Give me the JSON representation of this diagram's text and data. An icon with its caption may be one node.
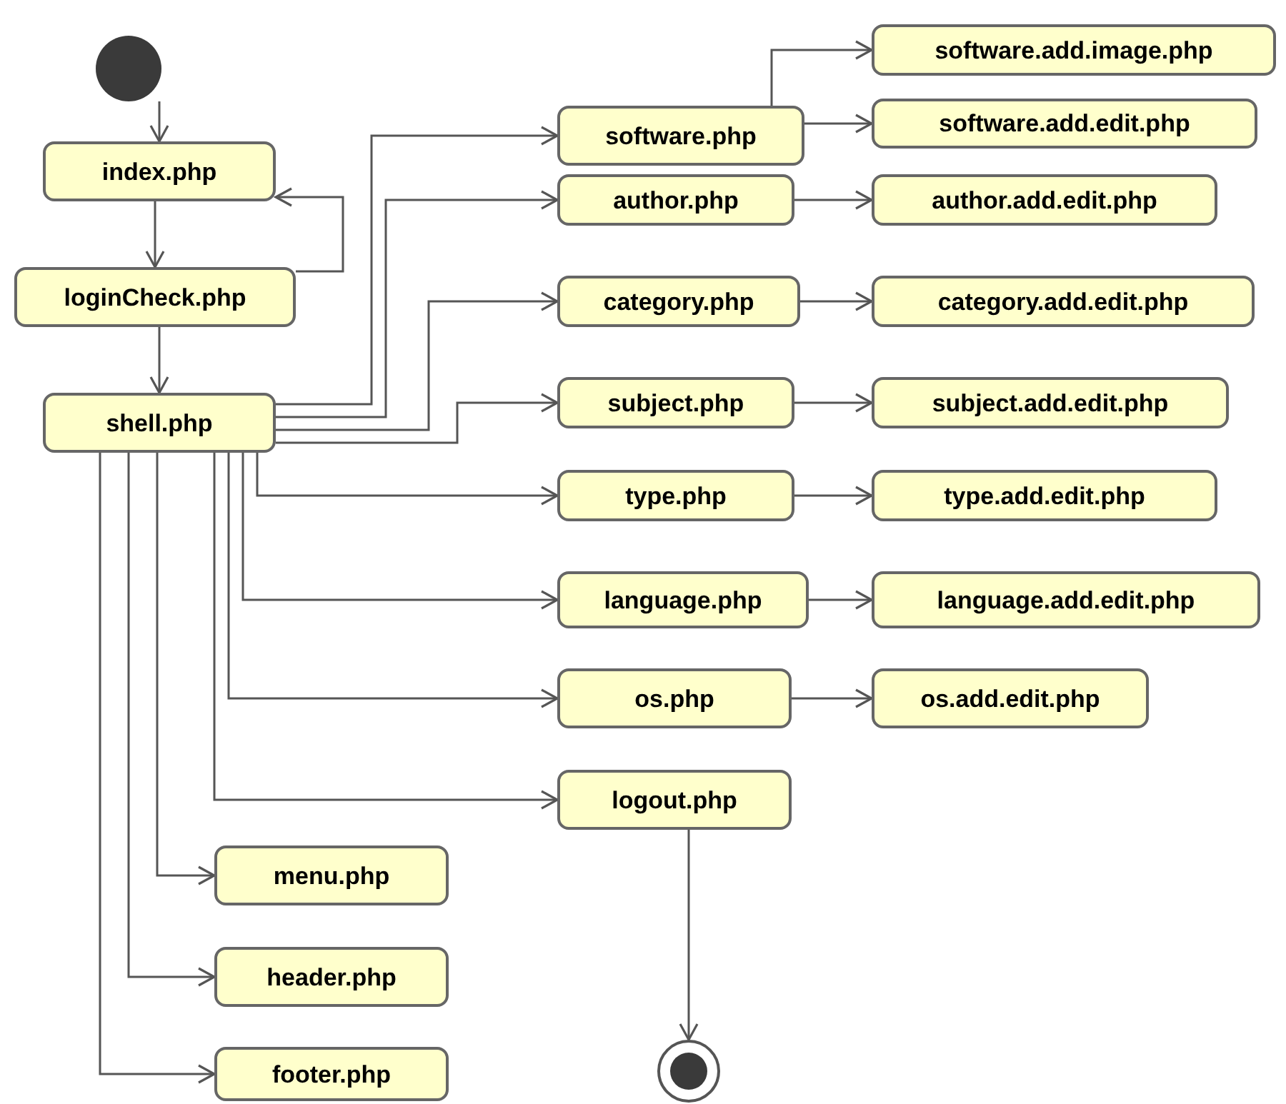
{
  "diagram": {
    "nodes": [
      {
        "text": [],
        "shape": "circle"
      },
      {
        "text": [
          "index.php"
        ]
      },
      {
        "text": [
          "loginCheck.php"
        ]
      },
      {
        "text": [
          "shell.php"
        ]
      },
      {
        "text": [
          "software.php"
        ]
      },
      {
        "text": [
          "software.add.image.php"
        ]
      },
      {
        "text": [
          "software.add.edit.php"
        ]
      },
      {
        "text": [
          "author.php"
        ]
      },
      {
        "text": [
          "author.add.edit.php"
        ]
      },
      {
        "text": [
          "category.php"
        ]
      },
      {
        "text": [
          "category.add.edit.php"
        ]
      },
      {
        "text": [
          "subject.php"
        ]
      },
      {
        "text": [
          "subject.add.edit.php"
        ]
      },
      {
        "text": [
          "type.php"
        ]
      },
      {
        "text": [
          "type.add.edit.php"
        ]
      },
      {
        "text": [
          "language.php"
        ]
      },
      {
        "text": [
          "language.add.edit.php"
        ]
      },
      {
        "text": [
          "os.php"
        ]
      },
      {
        "text": [
          "os.add.edit.php"
        ]
      },
      {
        "text": [
          "logout.php"
        ]
      },
      {
        "text": [
          "menu.php"
        ]
      },
      {
        "text": [
          "header.php"
        ]
      },
      {
        "text": [
          "footer.php"
        ]
      },
      {
        "text": [],
        "shape": "bullseye"
      }
    ],
    "edges": [
      {
        "from": 0,
        "to": 1,
        "arrow": "to"
      },
      {
        "from": 1,
        "to": 2,
        "arrow": "to"
      },
      {
        "from": 2,
        "to": 1,
        "arrow": "to"
      },
      {
        "from": 2,
        "to": 3,
        "arrow": "to"
      },
      {
        "from": 3,
        "to": 4,
        "arrow": "to"
      },
      {
        "from": 3,
        "to": 7,
        "arrow": "to"
      },
      {
        "from": 3,
        "to": 9,
        "arrow": "to"
      },
      {
        "from": 3,
        "to": 11,
        "arrow": "to"
      },
      {
        "from": 3,
        "to": 13,
        "arrow": "to"
      },
      {
        "from": 3,
        "to": 15,
        "arrow": "to"
      },
      {
        "from": 3,
        "to": 17,
        "arrow": "to"
      },
      {
        "from": 3,
        "to": 19,
        "arrow": "to"
      },
      {
        "from": 3,
        "to": 20,
        "arrow": "to"
      },
      {
        "from": 3,
        "to": 21,
        "arrow": "to"
      },
      {
        "from": 3,
        "to": 22,
        "arrow": "to"
      },
      {
        "from": 4,
        "to": 5,
        "arrow": "to"
      },
      {
        "from": 4,
        "to": 6,
        "arrow": "to"
      },
      {
        "from": 7,
        "to": 8,
        "arrow": "to"
      },
      {
        "from": 9,
        "to": 10,
        "arrow": "to"
      },
      {
        "from": 11,
        "to": 12,
        "arrow": "to"
      },
      {
        "from": 13,
        "to": 14,
        "arrow": "to"
      },
      {
        "from": 15,
        "to": 16,
        "arrow": "to"
      },
      {
        "from": 17,
        "to": 18,
        "arrow": "to"
      },
      {
        "from": 19,
        "to": 23,
        "arrow": "to"
      }
    ]
  }
}
